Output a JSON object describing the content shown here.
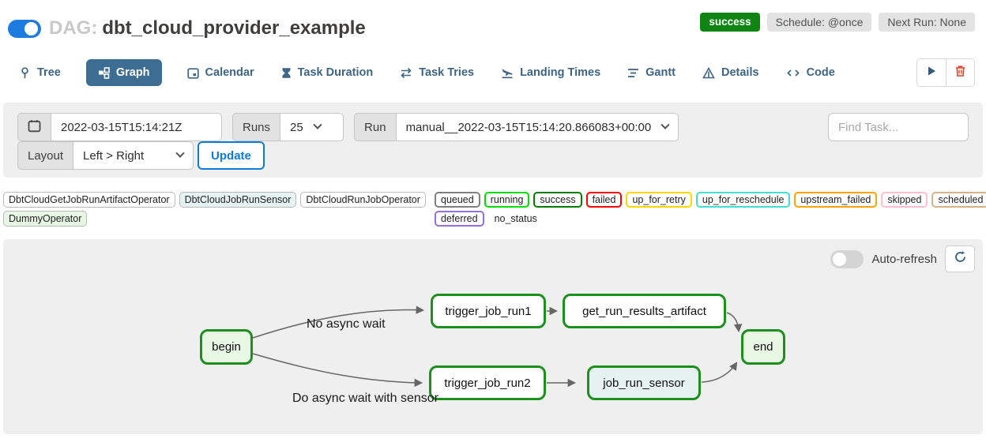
{
  "header": {
    "dag_prefix": "DAG:",
    "dag_title": "dbt_cloud_provider_example",
    "status_badge": "success",
    "schedule_badge": "Schedule: @once",
    "next_run_badge": "Next Run: None"
  },
  "tabs": {
    "items": [
      {
        "label": "Tree",
        "icon": "tree-icon",
        "active": false
      },
      {
        "label": "Graph",
        "icon": "graph-icon",
        "active": true
      },
      {
        "label": "Calendar",
        "icon": "calendar-icon",
        "active": false
      },
      {
        "label": "Task Duration",
        "icon": "hourglass-icon",
        "active": false
      },
      {
        "label": "Task Tries",
        "icon": "repeat-icon",
        "active": false
      },
      {
        "label": "Landing Times",
        "icon": "landing-icon",
        "active": false
      },
      {
        "label": "Gantt",
        "icon": "gantt-icon",
        "active": false
      },
      {
        "label": "Details",
        "icon": "details-icon",
        "active": false
      },
      {
        "label": "Code",
        "icon": "code-icon",
        "active": false
      }
    ]
  },
  "filters": {
    "base_date": "2022-03-15T15:14:21Z",
    "runs_label": "Runs",
    "runs_value": "25",
    "run_label": "Run",
    "run_value": "manual__2022-03-15T15:14:20.866083+00:00",
    "find_task_placeholder": "Find Task...",
    "layout_label": "Layout",
    "layout_value": "Left > Right",
    "update_label": "Update"
  },
  "legend": {
    "operators": [
      {
        "label": "DbtCloudGetJobRunArtifactOperator",
        "fill": "#ffffff"
      },
      {
        "label": "DbtCloudJobRunSensor",
        "fill": "#e6f1f2"
      },
      {
        "label": "DbtCloudRunJobOperator",
        "fill": "#ffffff"
      },
      {
        "label": "DummyOperator",
        "fill": "#e8f7e4"
      }
    ],
    "statuses": [
      {
        "label": "queued",
        "border": "#808080"
      },
      {
        "label": "running",
        "border": "#00e000"
      },
      {
        "label": "success",
        "border": "#008000"
      },
      {
        "label": "failed",
        "border": "#ff0000"
      },
      {
        "label": "up_for_retry",
        "border": "#ffd700"
      },
      {
        "label": "up_for_reschedule",
        "border": "#40e0d0"
      },
      {
        "label": "upstream_failed",
        "border": "#ffa500"
      },
      {
        "label": "skipped",
        "border": "#ffc0cb"
      },
      {
        "label": "scheduled",
        "border": "#d2b48c"
      },
      {
        "label": "deferred",
        "border": "#9370db"
      },
      {
        "label": "no_status",
        "border": "none"
      }
    ]
  },
  "graph": {
    "auto_refresh_label": "Auto-refresh",
    "auto_refresh_on": false,
    "nodes": {
      "begin": {
        "label": "begin",
        "state": "success",
        "fill": "#e8f7e4"
      },
      "trigger_job_run1": {
        "label": "trigger_job_run1",
        "state": "success",
        "fill": "#ffffff"
      },
      "get_run_results_artifact": {
        "label": "get_run_results_artifact",
        "state": "success",
        "fill": "#ffffff"
      },
      "trigger_job_run2": {
        "label": "trigger_job_run2",
        "state": "success",
        "fill": "#ffffff"
      },
      "job_run_sensor": {
        "label": "job_run_sensor",
        "state": "success",
        "fill": "#e6f1f2"
      },
      "end": {
        "label": "end",
        "state": "success",
        "fill": "#e8f7e4"
      }
    },
    "edge_labels": {
      "no_async": "No async wait",
      "with_sensor": "Do async wait with sensor"
    }
  },
  "colors": {
    "accent_blue": "#0c7bd8",
    "toggle_blue": "#1e7ce0",
    "tab_active_bg": "#3e6d93",
    "tab_text": "#3e6585",
    "success_badge": "#0f8412",
    "node_border_green": "#1d8f1d",
    "edge_gray": "#666666",
    "panel_gray": "#efefef",
    "trash_red": "#ee3b23"
  }
}
